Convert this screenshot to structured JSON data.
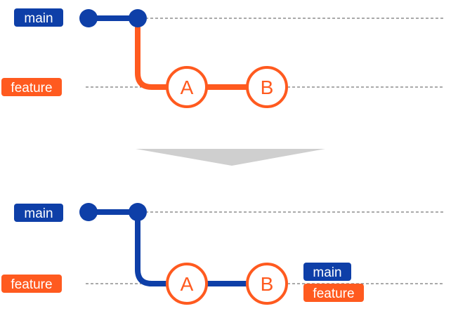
{
  "colors": {
    "main": "#0e3fa8",
    "feature": "#ff5a1f",
    "guide": "#555555",
    "arrow": "#cfcfcf",
    "label_text": "#ffffff",
    "commit_fill": "#ffffff"
  },
  "before": {
    "main_label": "main",
    "feature_label": "feature",
    "commit_a": "A",
    "commit_b": "B"
  },
  "after": {
    "main_label": "main",
    "feature_label": "feature",
    "commit_a": "A",
    "commit_b": "B",
    "tip_main_label": "main",
    "tip_feature_label": "feature"
  }
}
